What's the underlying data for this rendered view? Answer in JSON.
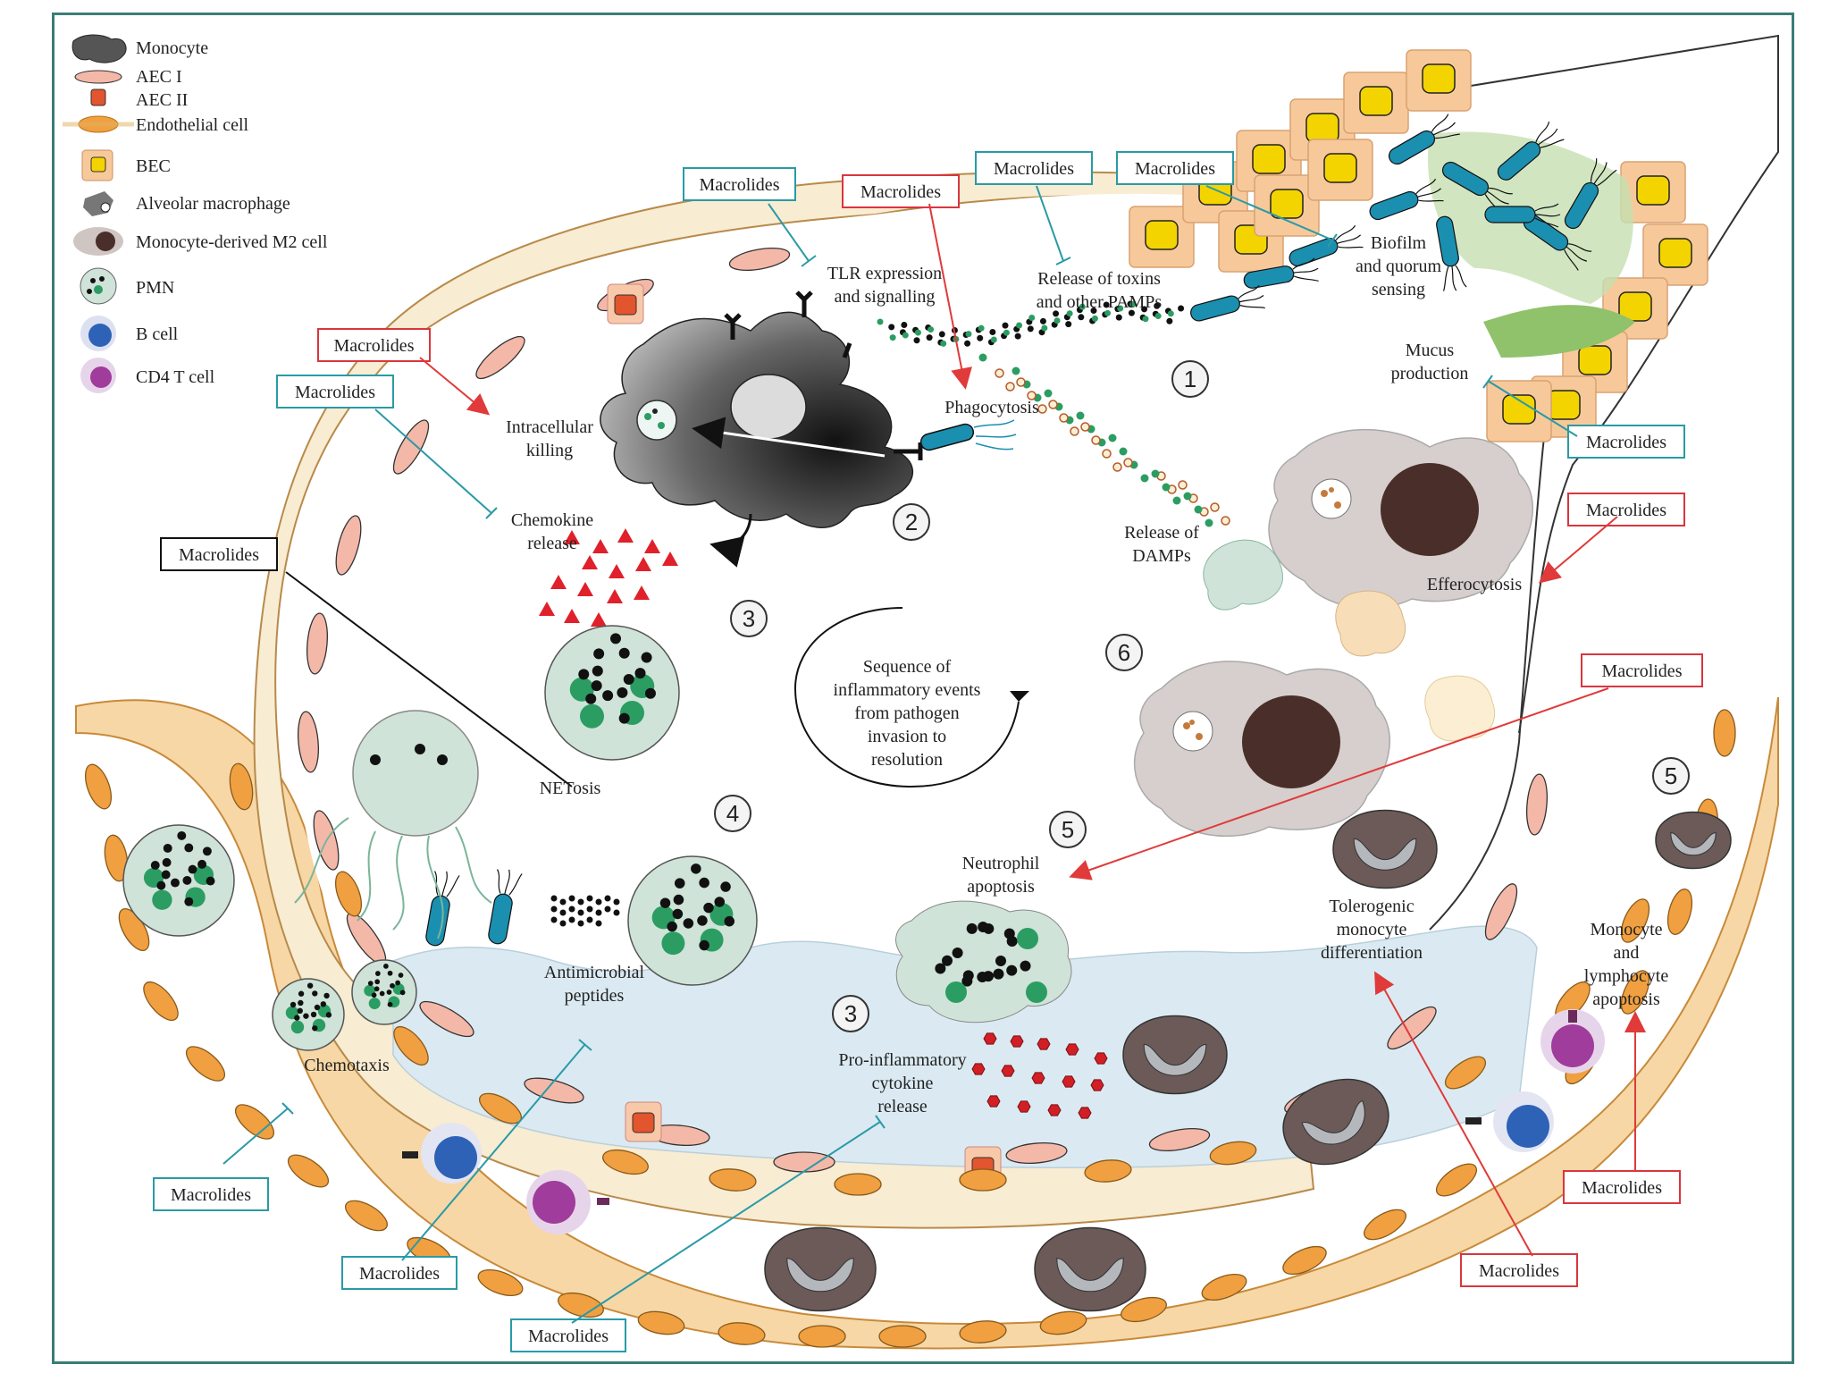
{
  "legend": {
    "items": [
      {
        "label": "Monocyte",
        "icon": "monocyte-icon"
      },
      {
        "label": "AEC I",
        "icon": "aec1-icon"
      },
      {
        "label": "AEC II",
        "icon": "aec2-icon"
      },
      {
        "label": "Endothelial cell",
        "icon": "endothelial-cell-icon"
      },
      {
        "label": "BEC",
        "icon": "bec-icon"
      },
      {
        "label": "Alveolar macrophage",
        "icon": "alveolar-macrophage-icon"
      },
      {
        "label": "Monocyte-derived M2 cell",
        "icon": "m2-cell-icon"
      },
      {
        "label": "PMN",
        "icon": "pmn-icon"
      },
      {
        "label": "B cell",
        "icon": "b-cell-icon"
      },
      {
        "label": "CD4 T cell",
        "icon": "cd4-t-cell-icon"
      }
    ]
  },
  "macrolide_label": "Macrolides",
  "labels": {
    "tlr": [
      "TLR expression",
      "and signalling"
    ],
    "toxins": [
      "Release of toxins",
      "and other PAMPs"
    ],
    "biofilm": [
      "Biofilm",
      "and quorum",
      "sensing"
    ],
    "phagocytosis": "Phagocytosis",
    "intracellular": [
      "Intracellular",
      "killing"
    ],
    "chemokine": [
      "Chemokine",
      "release"
    ],
    "mucus": [
      "Mucus",
      "production"
    ],
    "damps": [
      "Release of",
      "DAMPs"
    ],
    "efferocytosis": "Efferocytosis",
    "sequence": [
      "Sequence of",
      "inflammatory events",
      "from pathogen",
      "invasion to",
      "resolution"
    ],
    "netosis": "NETosis",
    "neutrophil_apoptosis": [
      "Neutrophil",
      "apoptosis"
    ],
    "tolerogenic": [
      "Tolerogenic",
      "monocyte",
      "differentiation"
    ],
    "mono_lympho": [
      "Monocyte",
      "and",
      "lymphocyte",
      "apoptosis"
    ],
    "amp": [
      "Antimicrobial",
      "peptides"
    ],
    "proinflam": [
      "Pro-inflammatory",
      "cytokine",
      "release"
    ],
    "chemotaxis": "Chemotaxis"
  },
  "steps": [
    "1",
    "2",
    "3",
    "6",
    "4",
    "5",
    "3",
    "5"
  ],
  "colors": {
    "frame": "#3a7d77",
    "teal_box": "#2a9aa6",
    "red_box": "#d9363e",
    "black_box": "#111111",
    "red_arrow": "#e03a3a",
    "teal_arrow": "#2a9aa6",
    "endothelium": "#f0a040",
    "alveolar_fluid": "#dbeaf2",
    "bec": "#f7c99a",
    "bec_nucleus": "#f3d400",
    "bacteria": "#1b8fb0",
    "pmn_fill": "#cfe3d8",
    "pmn_granule": "#2b9d62"
  }
}
